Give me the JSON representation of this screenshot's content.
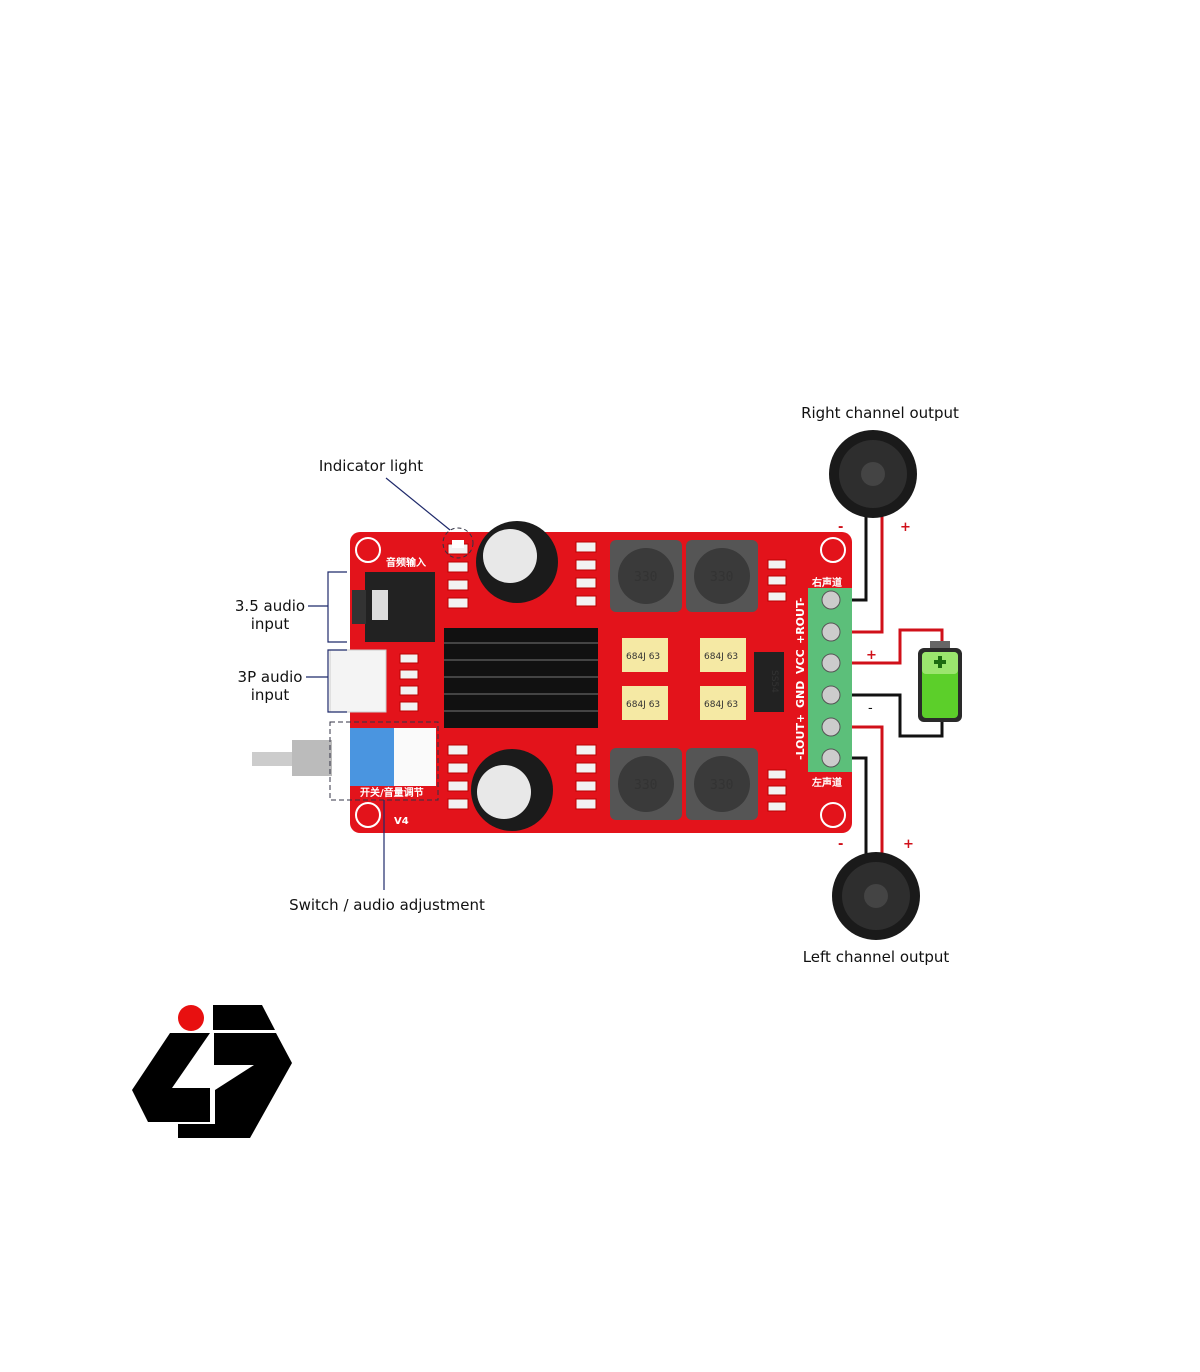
{
  "labels": {
    "right_output": "Right channel output",
    "indicator": "Indicator light",
    "audio35_line1": "3.5 audio",
    "audio35_line2": "input",
    "audio3p_line1": "3P audio",
    "audio3p_line2": "input",
    "switch": "Switch / audio adjustment",
    "left_output": "Left channel output"
  },
  "board": {
    "audio_input_cn": "音频输入",
    "switch_cn": "开关/音量调节",
    "right_channel_cn": "右声道",
    "left_channel_cn": "左声道",
    "rout": "+ROUT-",
    "vcc": "VCC",
    "gnd": "GND",
    "lout": "-LOUT+",
    "version": "V4",
    "inductor": "330",
    "film_cap": "684J 63",
    "diode": "SS54"
  },
  "polarity": {
    "plus": "+",
    "minus": "-"
  },
  "colors": {
    "board": "#e3131b",
    "terminal": "#5cbf7a",
    "battery": "#5ccf2a",
    "logo_dot": "#e81010"
  }
}
